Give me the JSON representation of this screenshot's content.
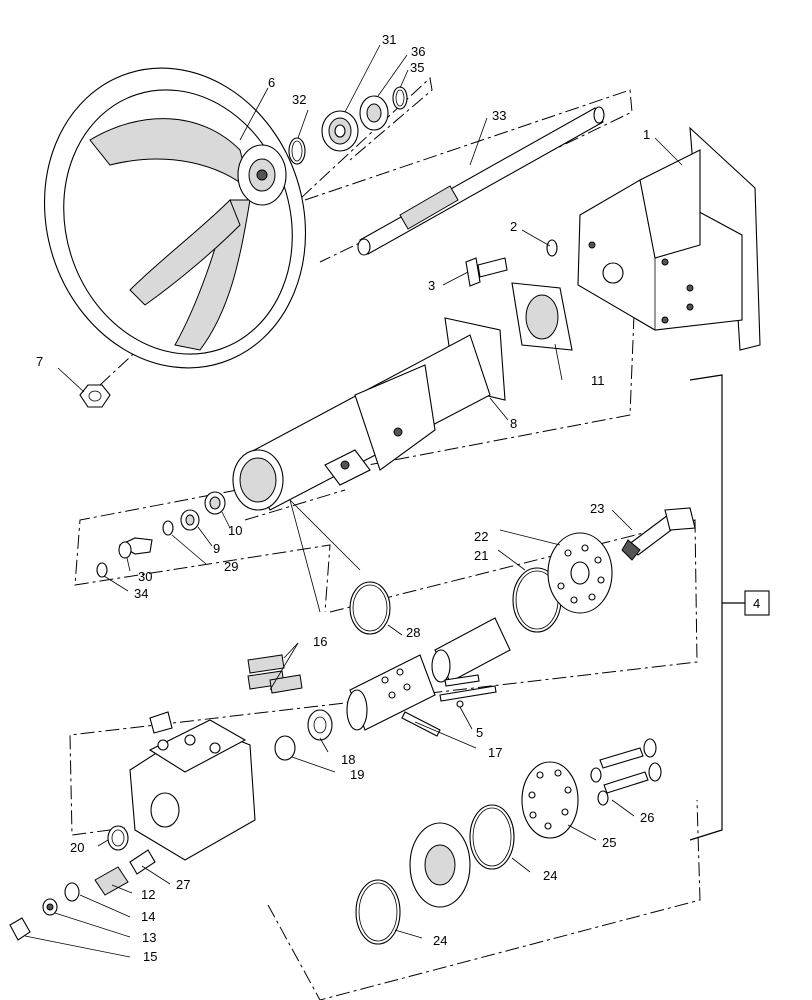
{
  "diagram": {
    "callouts": [
      {
        "key": "p1",
        "text": "1"
      },
      {
        "key": "p2",
        "text": "2"
      },
      {
        "key": "p3",
        "text": "3"
      },
      {
        "key": "p4",
        "text": "4"
      },
      {
        "key": "p5",
        "text": "5"
      },
      {
        "key": "p6",
        "text": "6"
      },
      {
        "key": "p7",
        "text": "7"
      },
      {
        "key": "p8",
        "text": "8"
      },
      {
        "key": "p9",
        "text": "9"
      },
      {
        "key": "p10",
        "text": "10"
      },
      {
        "key": "p11",
        "text": "11"
      },
      {
        "key": "p12",
        "text": "12"
      },
      {
        "key": "p13",
        "text": "13"
      },
      {
        "key": "p14",
        "text": "14"
      },
      {
        "key": "p15",
        "text": "15"
      },
      {
        "key": "p16",
        "text": "16"
      },
      {
        "key": "p17",
        "text": "17"
      },
      {
        "key": "p18",
        "text": "18"
      },
      {
        "key": "p19",
        "text": "19"
      },
      {
        "key": "p20",
        "text": "20"
      },
      {
        "key": "p21",
        "text": "21"
      },
      {
        "key": "p22",
        "text": "22"
      },
      {
        "key": "p23",
        "text": "23"
      },
      {
        "key": "p24a",
        "text": "24"
      },
      {
        "key": "p24b",
        "text": "24"
      },
      {
        "key": "p25",
        "text": "25"
      },
      {
        "key": "p26",
        "text": "26"
      },
      {
        "key": "p27",
        "text": "27"
      },
      {
        "key": "p28",
        "text": "28"
      },
      {
        "key": "p29",
        "text": "29"
      },
      {
        "key": "p30",
        "text": "30"
      },
      {
        "key": "p31",
        "text": "31"
      },
      {
        "key": "p32",
        "text": "32"
      },
      {
        "key": "p33",
        "text": "33"
      },
      {
        "key": "p34",
        "text": "34"
      },
      {
        "key": "p35",
        "text": "35"
      },
      {
        "key": "p36",
        "text": "36"
      }
    ]
  },
  "labels": {
    "p1": "1",
    "p2": "2",
    "p3": "3",
    "p4": "4",
    "p5": "5",
    "p6": "6",
    "p7": "7",
    "p8": "8",
    "p9": "9",
    "p10": "10",
    "p11": "11",
    "p12": "12",
    "p13": "13",
    "p14": "14",
    "p15": "15",
    "p16": "16",
    "p17": "17",
    "p18": "18",
    "p19": "19",
    "p20": "20",
    "p21": "21",
    "p22": "22",
    "p23": "23",
    "p24a": "24",
    "p24b": "24",
    "p25": "25",
    "p26": "26",
    "p27": "27",
    "p28": "28",
    "p29": "29",
    "p30": "30",
    "p31": "31",
    "p32": "32",
    "p33": "33",
    "p34": "34",
    "p35": "35",
    "p36": "36"
  }
}
